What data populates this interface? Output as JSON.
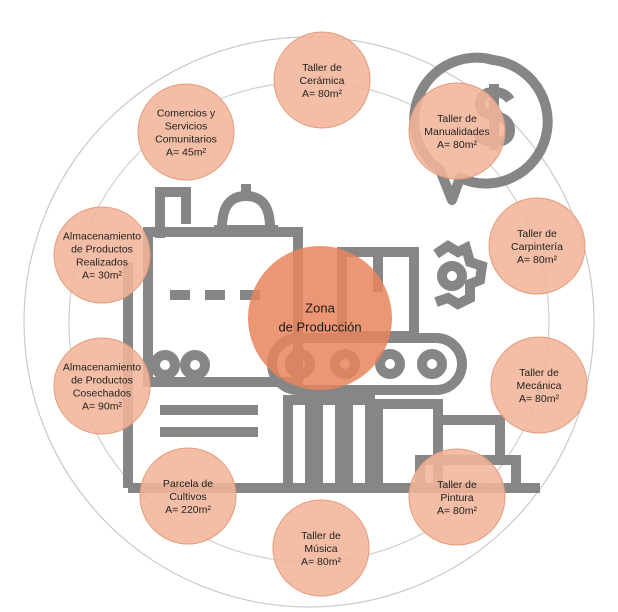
{
  "diagram": {
    "center": {
      "lines": [
        "Zona",
        "de Producción"
      ],
      "color": "#E8845C"
    },
    "node_color": "#F2B59A",
    "node_stroke": "#E49C7C",
    "ring_color": "#D0D0D0",
    "icon_color": "#7A7A7A",
    "nodes": [
      {
        "id": "ceramica",
        "lines": [
          "Taller de",
          "Cerámica",
          "A= 80m²"
        ]
      },
      {
        "id": "manualidades",
        "lines": [
          "Taller de",
          "Manualidades",
          "A= 80m²"
        ]
      },
      {
        "id": "carpinteria",
        "lines": [
          "Taller de",
          "Carpintería",
          "A= 80m²"
        ]
      },
      {
        "id": "mecanica",
        "lines": [
          "Taller de",
          "Mecánica",
          "A= 80m²"
        ]
      },
      {
        "id": "pintura",
        "lines": [
          "Taller de",
          "Pintura",
          "A= 80m²"
        ]
      },
      {
        "id": "musica",
        "lines": [
          "Taller de",
          "Música",
          "A= 80m²"
        ]
      },
      {
        "id": "parcela",
        "lines": [
          "Parcela de",
          "Cultivos",
          "A= 220m²"
        ]
      },
      {
        "id": "almacen-cosechados",
        "lines": [
          "Almacenamiento",
          "de Productos",
          "Cosechados",
          "A= 90m²"
        ]
      },
      {
        "id": "almacen-realizados",
        "lines": [
          "Almacenamiento",
          "de Productos",
          "Realizados",
          "A= 30m²"
        ]
      },
      {
        "id": "comercios",
        "lines": [
          "Comercios y",
          "Servicios",
          "Comunitarios",
          "A= 45m²"
        ]
      }
    ]
  }
}
